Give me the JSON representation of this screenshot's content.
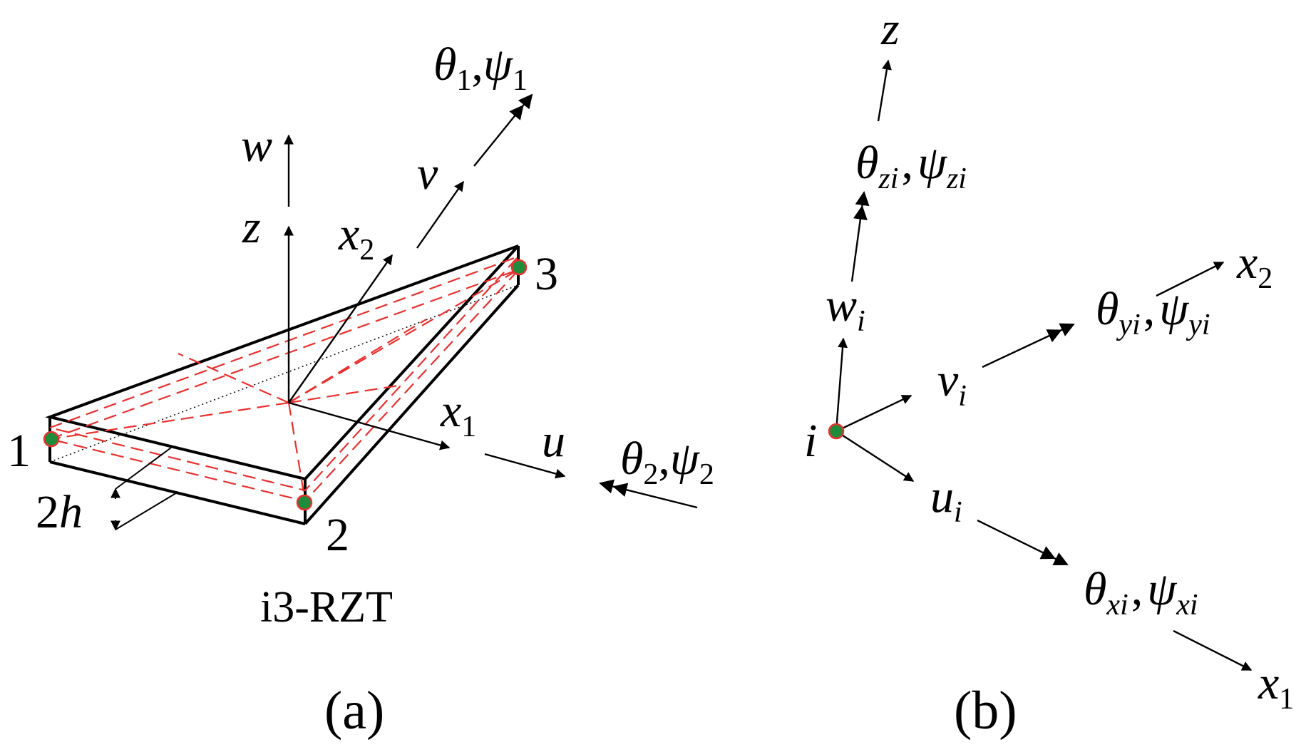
{
  "panel_a": {
    "element_name": "i3-RZT",
    "caption": "(a)",
    "node_numbers": [
      "1",
      "2",
      "3"
    ],
    "thickness": {
      "num": "2",
      "var": "h"
    },
    "axes": {
      "z": "z",
      "w": "w",
      "x1": "x",
      "x1_sub": "1",
      "x2": "x",
      "x2_sub": "2",
      "u": "u",
      "v": "v"
    },
    "rot1": {
      "theta": "θ",
      "theta_sub": "1",
      "sep": ",",
      "psi": "ψ",
      "psi_sub": "1"
    },
    "rot2": {
      "theta": "θ",
      "theta_sub": "2",
      "sep": ",",
      "psi": "ψ",
      "psi_sub": "2"
    }
  },
  "panel_b": {
    "caption": "(b)",
    "node": "i",
    "z": "z",
    "x1": "x",
    "x1_sub": "1",
    "x2": "x",
    "x2_sub": "2",
    "w": "w",
    "w_sub": "i",
    "v": "v",
    "v_sub": "i",
    "u": "u",
    "u_sub": "i",
    "rot_z": {
      "theta": "θ",
      "theta_sub": "zi",
      "sep": ",",
      "psi": "ψ",
      "psi_sub": "zi"
    },
    "rot_y": {
      "theta": "θ",
      "theta_sub": "yi",
      "sep": ",",
      "psi": "ψ",
      "psi_sub": "yi"
    },
    "rot_x": {
      "theta": "θ",
      "theta_sub": "xi",
      "sep": ",",
      "psi": "ψ",
      "psi_sub": "xi"
    }
  },
  "colors": {
    "line": "#000000",
    "dash": "#e8312f",
    "node_fill": "#1e8c3a",
    "node_ring": "#e8312f"
  }
}
